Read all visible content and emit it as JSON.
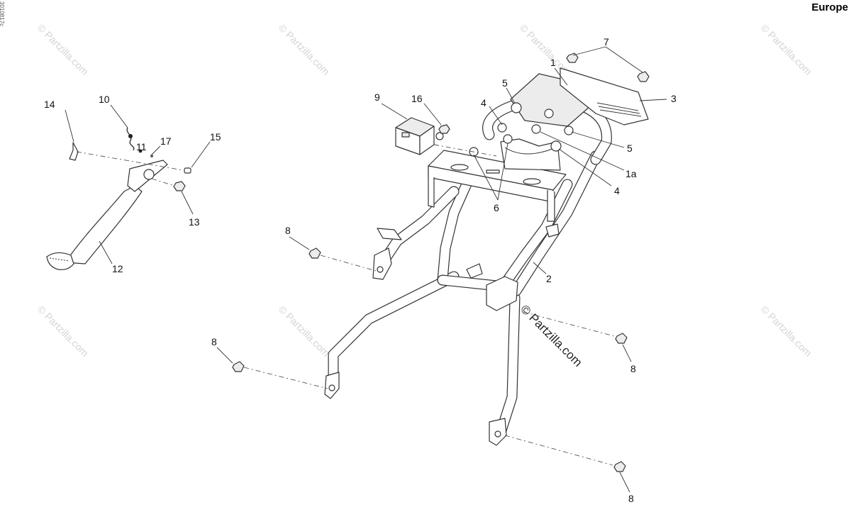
{
  "header": {
    "region": "Europe",
    "doc_id": "3010817c"
  },
  "watermark": {
    "text": "© Partzilla.com",
    "main_text": "© Partzilla.com"
  },
  "callouts": {
    "p1": "1",
    "p1a": "1a",
    "p2": "2",
    "p3": "3",
    "p4a": "4",
    "p4b": "4",
    "p5a": "5",
    "p5b": "5",
    "p6": "6",
    "p7": "7",
    "p8a": "8",
    "p8b": "8",
    "p8c": "8",
    "p8d": "8",
    "p9": "9",
    "p10": "10",
    "p11": "11",
    "p12": "12",
    "p13": "13",
    "p14": "14",
    "p15": "15",
    "p16": "16",
    "p17": "17"
  }
}
